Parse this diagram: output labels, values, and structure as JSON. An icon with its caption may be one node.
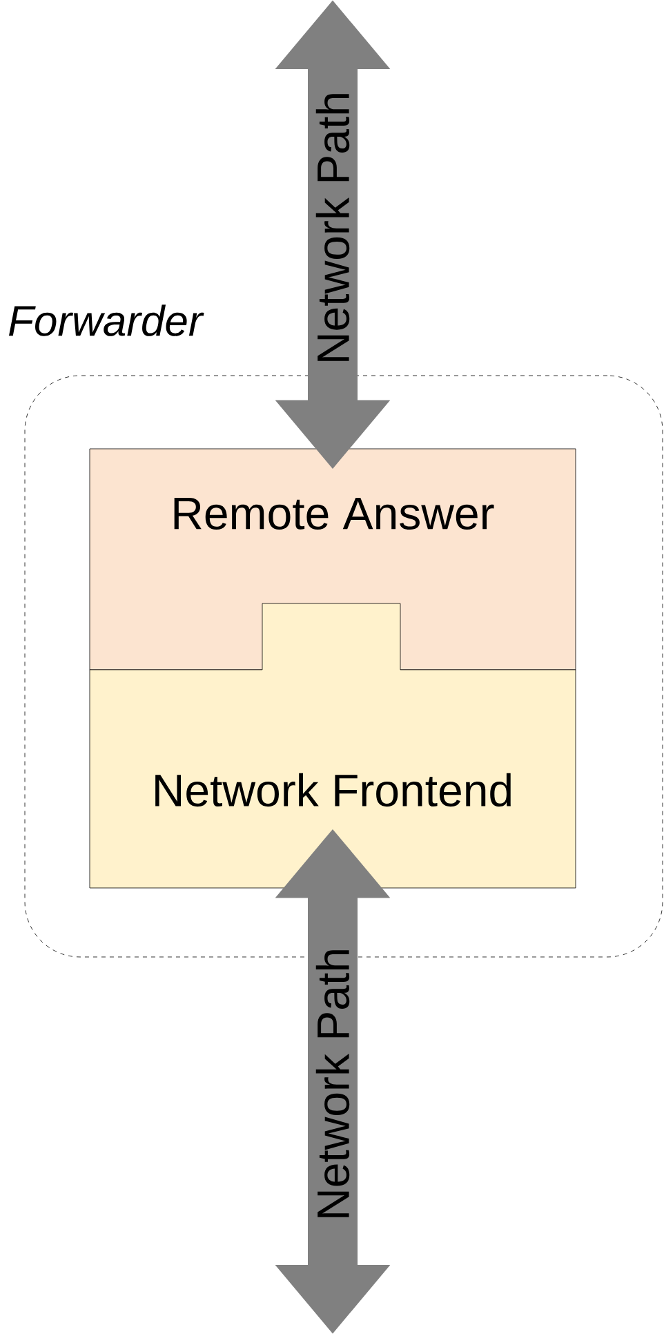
{
  "diagram": {
    "nodes": [
      {
        "text": [
          "Forwarder"
        ]
      },
      {
        "text": [
          "Remote Answer"
        ],
        "in": 0
      },
      {
        "text": [
          "Network Frontend"
        ],
        "in": 0
      }
    ],
    "edges": [
      {
        "from": null,
        "to": 1,
        "arrow": "both",
        "label": "Network Path"
      },
      {
        "from": 2,
        "to": null,
        "arrow": "both",
        "label": "Network Path"
      }
    ]
  }
}
